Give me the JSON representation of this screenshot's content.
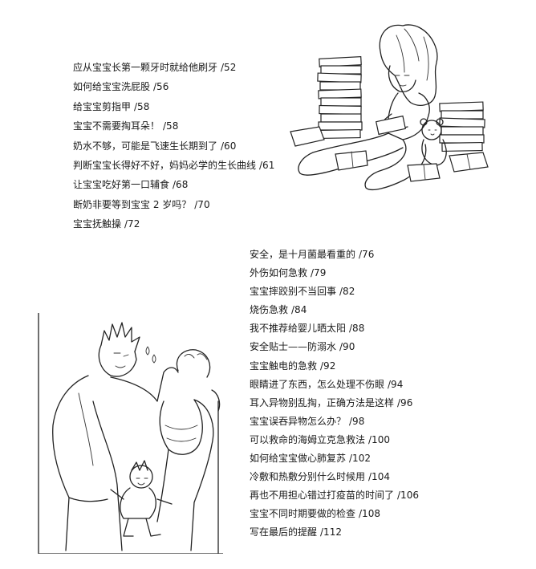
{
  "toc_section_1": [
    {
      "title": "应从宝宝长第一颗牙时就给他刷牙",
      "page": "/52"
    },
    {
      "title": "如何给宝宝洗屁股",
      "page": "/56"
    },
    {
      "title": "给宝宝剪指甲",
      "page": "/58"
    },
    {
      "title": "宝宝不需要掏耳朵！",
      "page": "/58"
    },
    {
      "title": "奶水不够，可能是飞速生长期到了",
      "page": "/60"
    },
    {
      "title": "判断宝宝长得好不好，妈妈必学的生长曲线",
      "page": "/61"
    },
    {
      "title": "让宝宝吃好第一口辅食",
      "page": "/68"
    },
    {
      "title": "断奶非要等到宝宝 2 岁吗？",
      "page": "/70"
    },
    {
      "title": "宝宝抚触操",
      "page": "/72"
    }
  ],
  "toc_section_2": [
    {
      "title": "安全，是十月菌最看重的",
      "page": "/76"
    },
    {
      "title": "外伤如何急救",
      "page": "/79"
    },
    {
      "title": "宝宝摔跤别不当回事",
      "page": "/82"
    },
    {
      "title": "烧伤急救",
      "page": "/84"
    },
    {
      "title": "我不推荐给婴儿晒太阳",
      "page": "/88"
    },
    {
      "title": "安全贴士——防溺水",
      "page": "/90"
    },
    {
      "title": "宝宝触电的急救",
      "page": "/92"
    },
    {
      "title": "眼睛进了东西，怎么处理不伤眼",
      "page": "/94"
    },
    {
      "title": "耳入异物别乱掏，正确方法是这样",
      "page": "/96"
    },
    {
      "title": "宝宝误吞异物怎么办？",
      "page": "/98"
    },
    {
      "title": "可以救命的海姆立克急救法",
      "page": "/100"
    },
    {
      "title": "如何给宝宝做心肺复苏",
      "page": "/102"
    },
    {
      "title": "冷敷和热敷分别什么时候用",
      "page": "/104"
    },
    {
      "title": "再也不用担心错过打疫苗的时间了",
      "page": "/106"
    },
    {
      "title": "宝宝不同时期要做的检查",
      "page": "/108"
    },
    {
      "title": "写在最后的提醒",
      "page": "/112"
    }
  ]
}
